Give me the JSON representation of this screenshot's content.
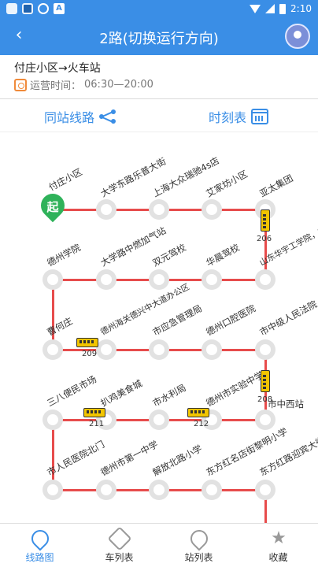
{
  "status_bar": {
    "time": "2:10",
    "letter": "A"
  },
  "header": {
    "back_glyph": "‹",
    "title": "2路(切换运行方向)"
  },
  "route": {
    "name": "付庄小区→火车站",
    "hours_label": "运营时间：",
    "hours_value": "06:30—20:00"
  },
  "actions": {
    "same_stop": "同站线路",
    "timetable": "时刻表"
  },
  "map": {
    "start_badge": "起",
    "stops": [
      "付庄小区",
      "大学东路乐普大街",
      "上海大众瑞驰4s店",
      "艾家坊小区",
      "亚太集团",
      "山东华宇工学院，德州职业技术学院",
      "华晨驾校",
      "双元驾校",
      "大学路中燃加气站",
      "德州学院",
      "曹何庄",
      "德州海关德兴中大道办公区",
      "市应急管理局",
      "德州口腔医院",
      "市中级人民法院",
      "市中西站",
      "德州市实验中学",
      "市水利局",
      "扒鸡美食城",
      "三八便民市场",
      "市人民医院北门",
      "德州市第一中学",
      "解放北路小学",
      "东方红名店街黎明小学",
      "东方红路迎宾大街"
    ],
    "buses": [
      "206",
      "209",
      "211",
      "212",
      "208"
    ]
  },
  "nav": {
    "items": [
      "线路图",
      "车列表",
      "站列表",
      "收藏"
    ],
    "active": "线路图"
  }
}
